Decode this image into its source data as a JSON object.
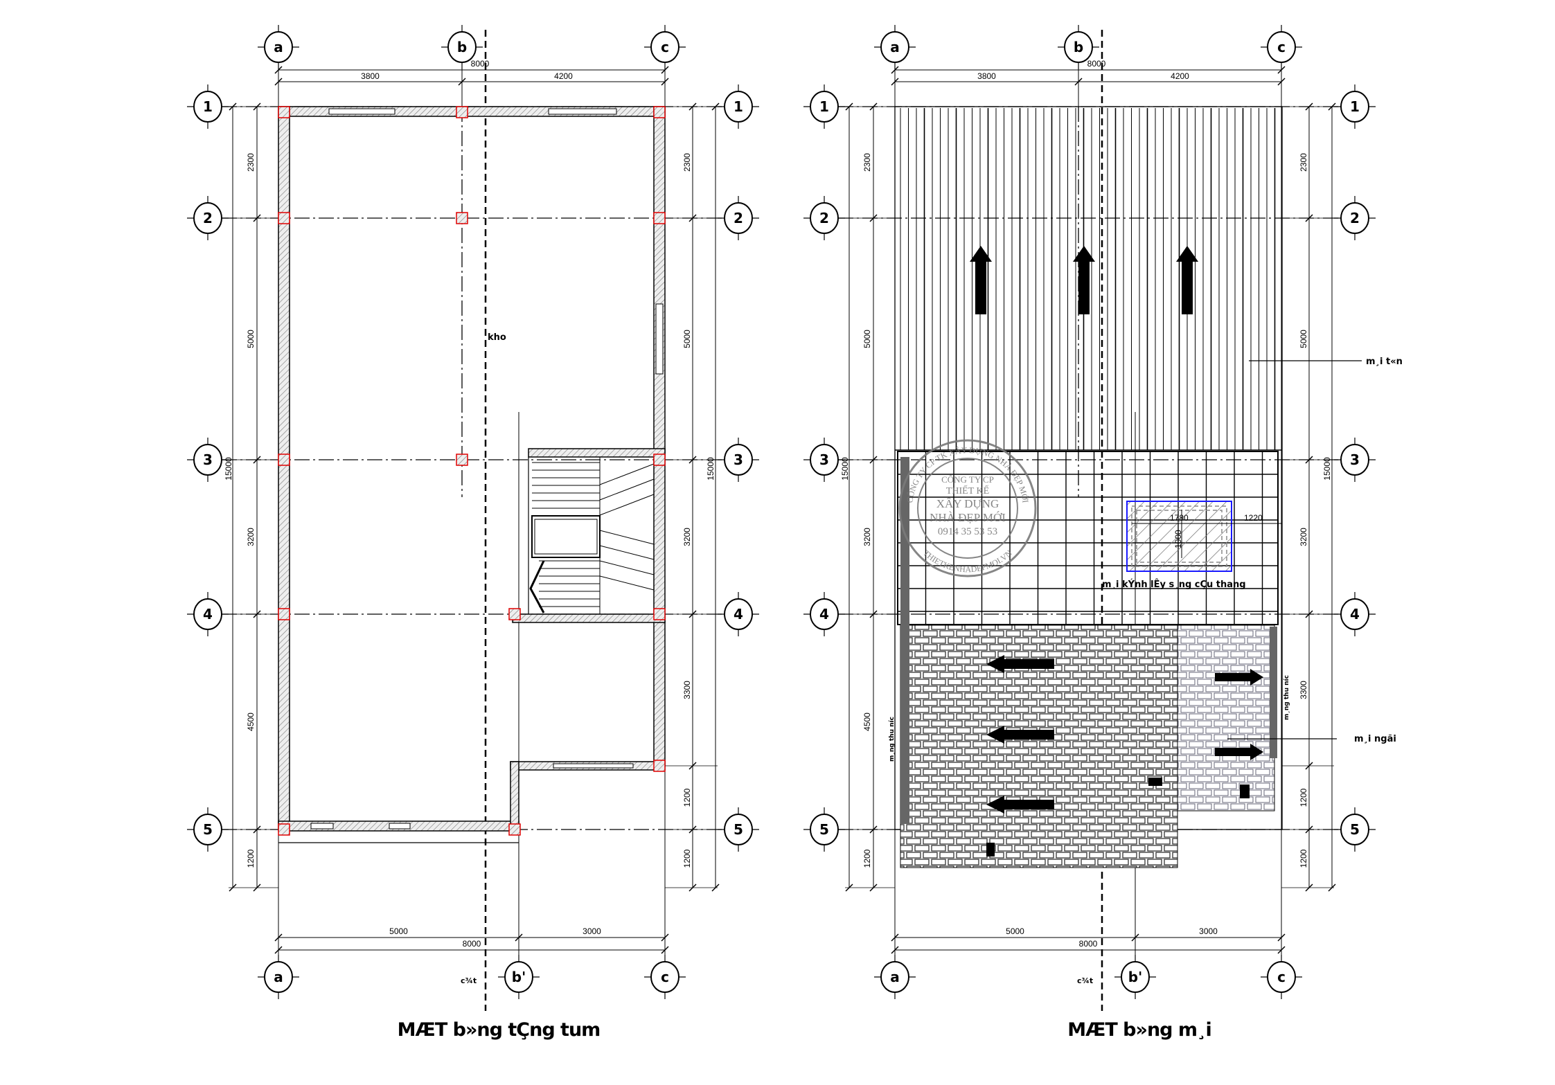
{
  "plans": [
    {
      "title": "MÆT b»ng tÇng tum",
      "room_label": "kho",
      "section_label": "c¾t",
      "grid_columns_top": [
        "a",
        "b",
        "c"
      ],
      "grid_columns_bottom": [
        "a",
        "b'",
        "c"
      ],
      "grid_rows": [
        "1",
        "2",
        "3",
        "4",
        "5"
      ],
      "dims_top": [
        "3800",
        "4200"
      ],
      "dims_top_total": "8000",
      "dims_bottom": [
        "5000",
        "3000"
      ],
      "dims_bottom_total": "8000",
      "dims_left": [
        "2300",
        "5000",
        "3200",
        "4500",
        "1200"
      ],
      "dims_left_total": "15000",
      "dims_right": [
        "2300",
        "5000",
        "3200",
        "3300",
        "1200",
        "1200"
      ],
      "dims_right_total": "15000"
    },
    {
      "title": "MÆT b»ng m¸i",
      "section_label": "c¾t",
      "grid_columns_top": [
        "a",
        "b",
        "c"
      ],
      "grid_columns_bottom": [
        "a",
        "b'",
        "c"
      ],
      "grid_rows": [
        "1",
        "2",
        "3",
        "4",
        "5"
      ],
      "dims_top": [
        "3800",
        "4200"
      ],
      "dims_top_total": "8000",
      "dims_bottom": [
        "5000",
        "3000"
      ],
      "dims_bottom_total": "8000",
      "dims_left": [
        "2300",
        "5000",
        "3200",
        "4500",
        "1200"
      ],
      "dims_left_total": "15000",
      "dims_right": [
        "2300",
        "5000",
        "3200",
        "3300",
        "1200",
        "1200"
      ],
      "dims_right_total": "15000",
      "labels": {
        "metal_roof": "m¸i t«n",
        "skylight": "m¸i kÝnh lÊy s¸ng cÇu thang",
        "tile_roof": "m¸i ngãi",
        "gutter_left": "m¸ng thu n­íc",
        "gutter_right": "m¸ng thu n­íc"
      },
      "skylight_dims": {
        "width": "1780",
        "offset": "1220",
        "height": "1000"
      }
    }
  ],
  "stamp": {
    "ring_top": "CÔNG TY CP TK XÂY DỰNG NHÀ ĐẸP MỚI",
    "ring_bottom": "THIETKENHADEPMOI.VN",
    "line1": "CÔNG TY CP",
    "line2": "THIẾT KẾ",
    "line3": "XÂY DỰNG",
    "line4": "NHÀ ĐẸP MỚI",
    "phone": "0914 35 53 53"
  },
  "colors": {
    "column_marker": "#e00000",
    "skylight_outline": "#1a1aff",
    "gutter": "#666666",
    "stamp": "#7a7a7a"
  }
}
